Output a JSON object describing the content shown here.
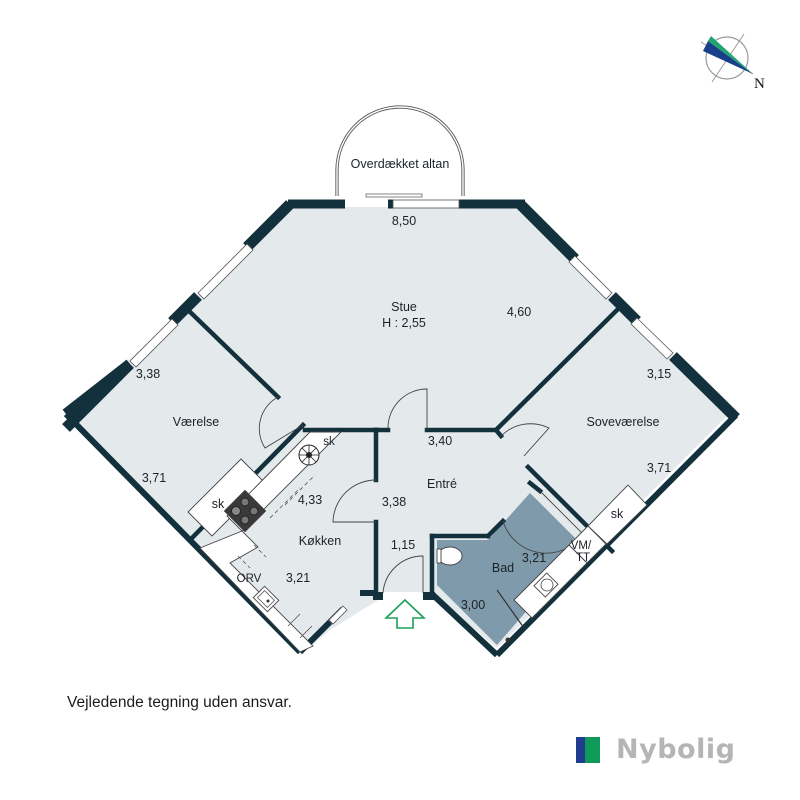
{
  "compass": {
    "label": "N"
  },
  "balcony": {
    "label": "Overdækket altan"
  },
  "rooms": {
    "stue": {
      "name": "Stue",
      "height": "H : 2,55",
      "dim_top": "8,50",
      "dim_right": "4,60"
    },
    "vaerelse": {
      "name": "Værelse",
      "dim_top": "3,38",
      "dim_side": "3,71",
      "closet": "sk"
    },
    "sovevaerelse": {
      "name": "Soveværelse",
      "dim_top": "3,15",
      "dim_side": "3,71",
      "closet": "sk"
    },
    "koekken": {
      "name": "Køkken",
      "dim_long": "4,33",
      "dim_short": "3,21",
      "closet": "sk",
      "appliance": "ORV"
    },
    "entre": {
      "name": "Entré",
      "dim_top": "3,40",
      "dim_left": "3,38",
      "dim_bottom": "1,15"
    },
    "bad": {
      "name": "Bad",
      "dim_right": "3,21",
      "dim_bottom": "3,00",
      "appliance": "VM/\nTT",
      "appliance_l1": "VM/",
      "appliance_l2": "TT"
    }
  },
  "colors": {
    "wall": "#13303d",
    "floor": "#e4e9ec",
    "bath_floor": "#7e9aab",
    "entrance_arrow": "#1aa05a",
    "compass_green": "#1fa56f",
    "compass_blue": "#1a3f8a",
    "logo_blue": "#1f3c8e",
    "logo_green": "#0f9a5a",
    "logo_text": "#b3b5b7"
  },
  "footer": {
    "disclaimer": "Vejledende tegning uden ansvar.",
    "brand": "Nybolig"
  }
}
